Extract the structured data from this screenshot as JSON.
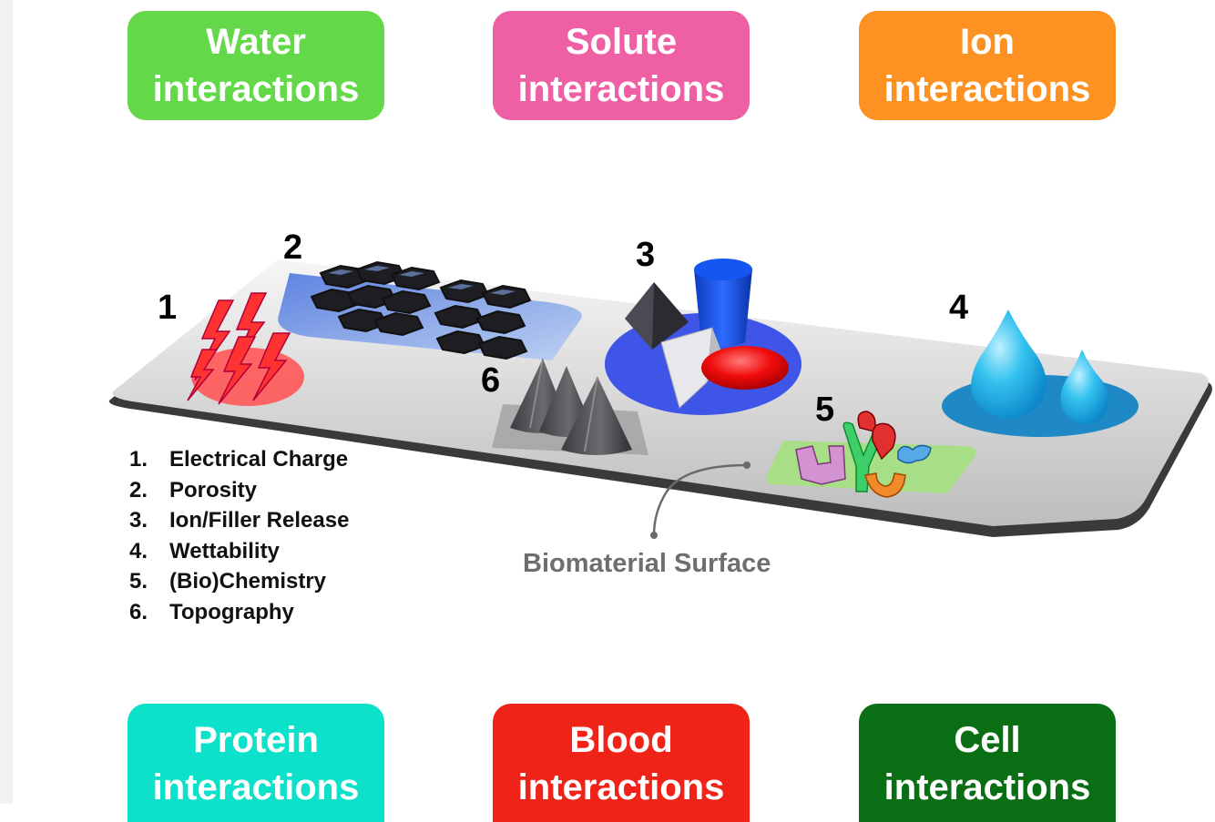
{
  "boxes": {
    "water": {
      "line1": "Water",
      "line2": "interactions",
      "color": "#63d848"
    },
    "solute": {
      "line1": "Solute",
      "line2": "interactions",
      "color": "#ef5fa3"
    },
    "ion": {
      "line1": "Ion",
      "line2": "interactions",
      "color": "#fd9222"
    },
    "protein": {
      "line1": "Protein",
      "line2": "interactions",
      "color": "#0ee1c9"
    },
    "blood": {
      "line1": "Blood",
      "line2": "interactions",
      "color": "#ef2317"
    },
    "cell": {
      "line1": "Cell",
      "line2": "interactions",
      "color": "#0a6f14"
    }
  },
  "markers": [
    "1",
    "2",
    "3",
    "4",
    "5",
    "6"
  ],
  "legend": [
    {
      "num": "1.",
      "text": "Electrical Charge"
    },
    {
      "num": "2.",
      "text": "Porosity"
    },
    {
      "num": "3.",
      "text": "Ion/Filler Release"
    },
    {
      "num": "4.",
      "text": "Wettability"
    },
    {
      "num": "5.",
      "text": "(Bio)Chemistry"
    },
    {
      "num": "6.",
      "text": "Topography"
    }
  ],
  "surface_label": "Biomaterial Surface"
}
